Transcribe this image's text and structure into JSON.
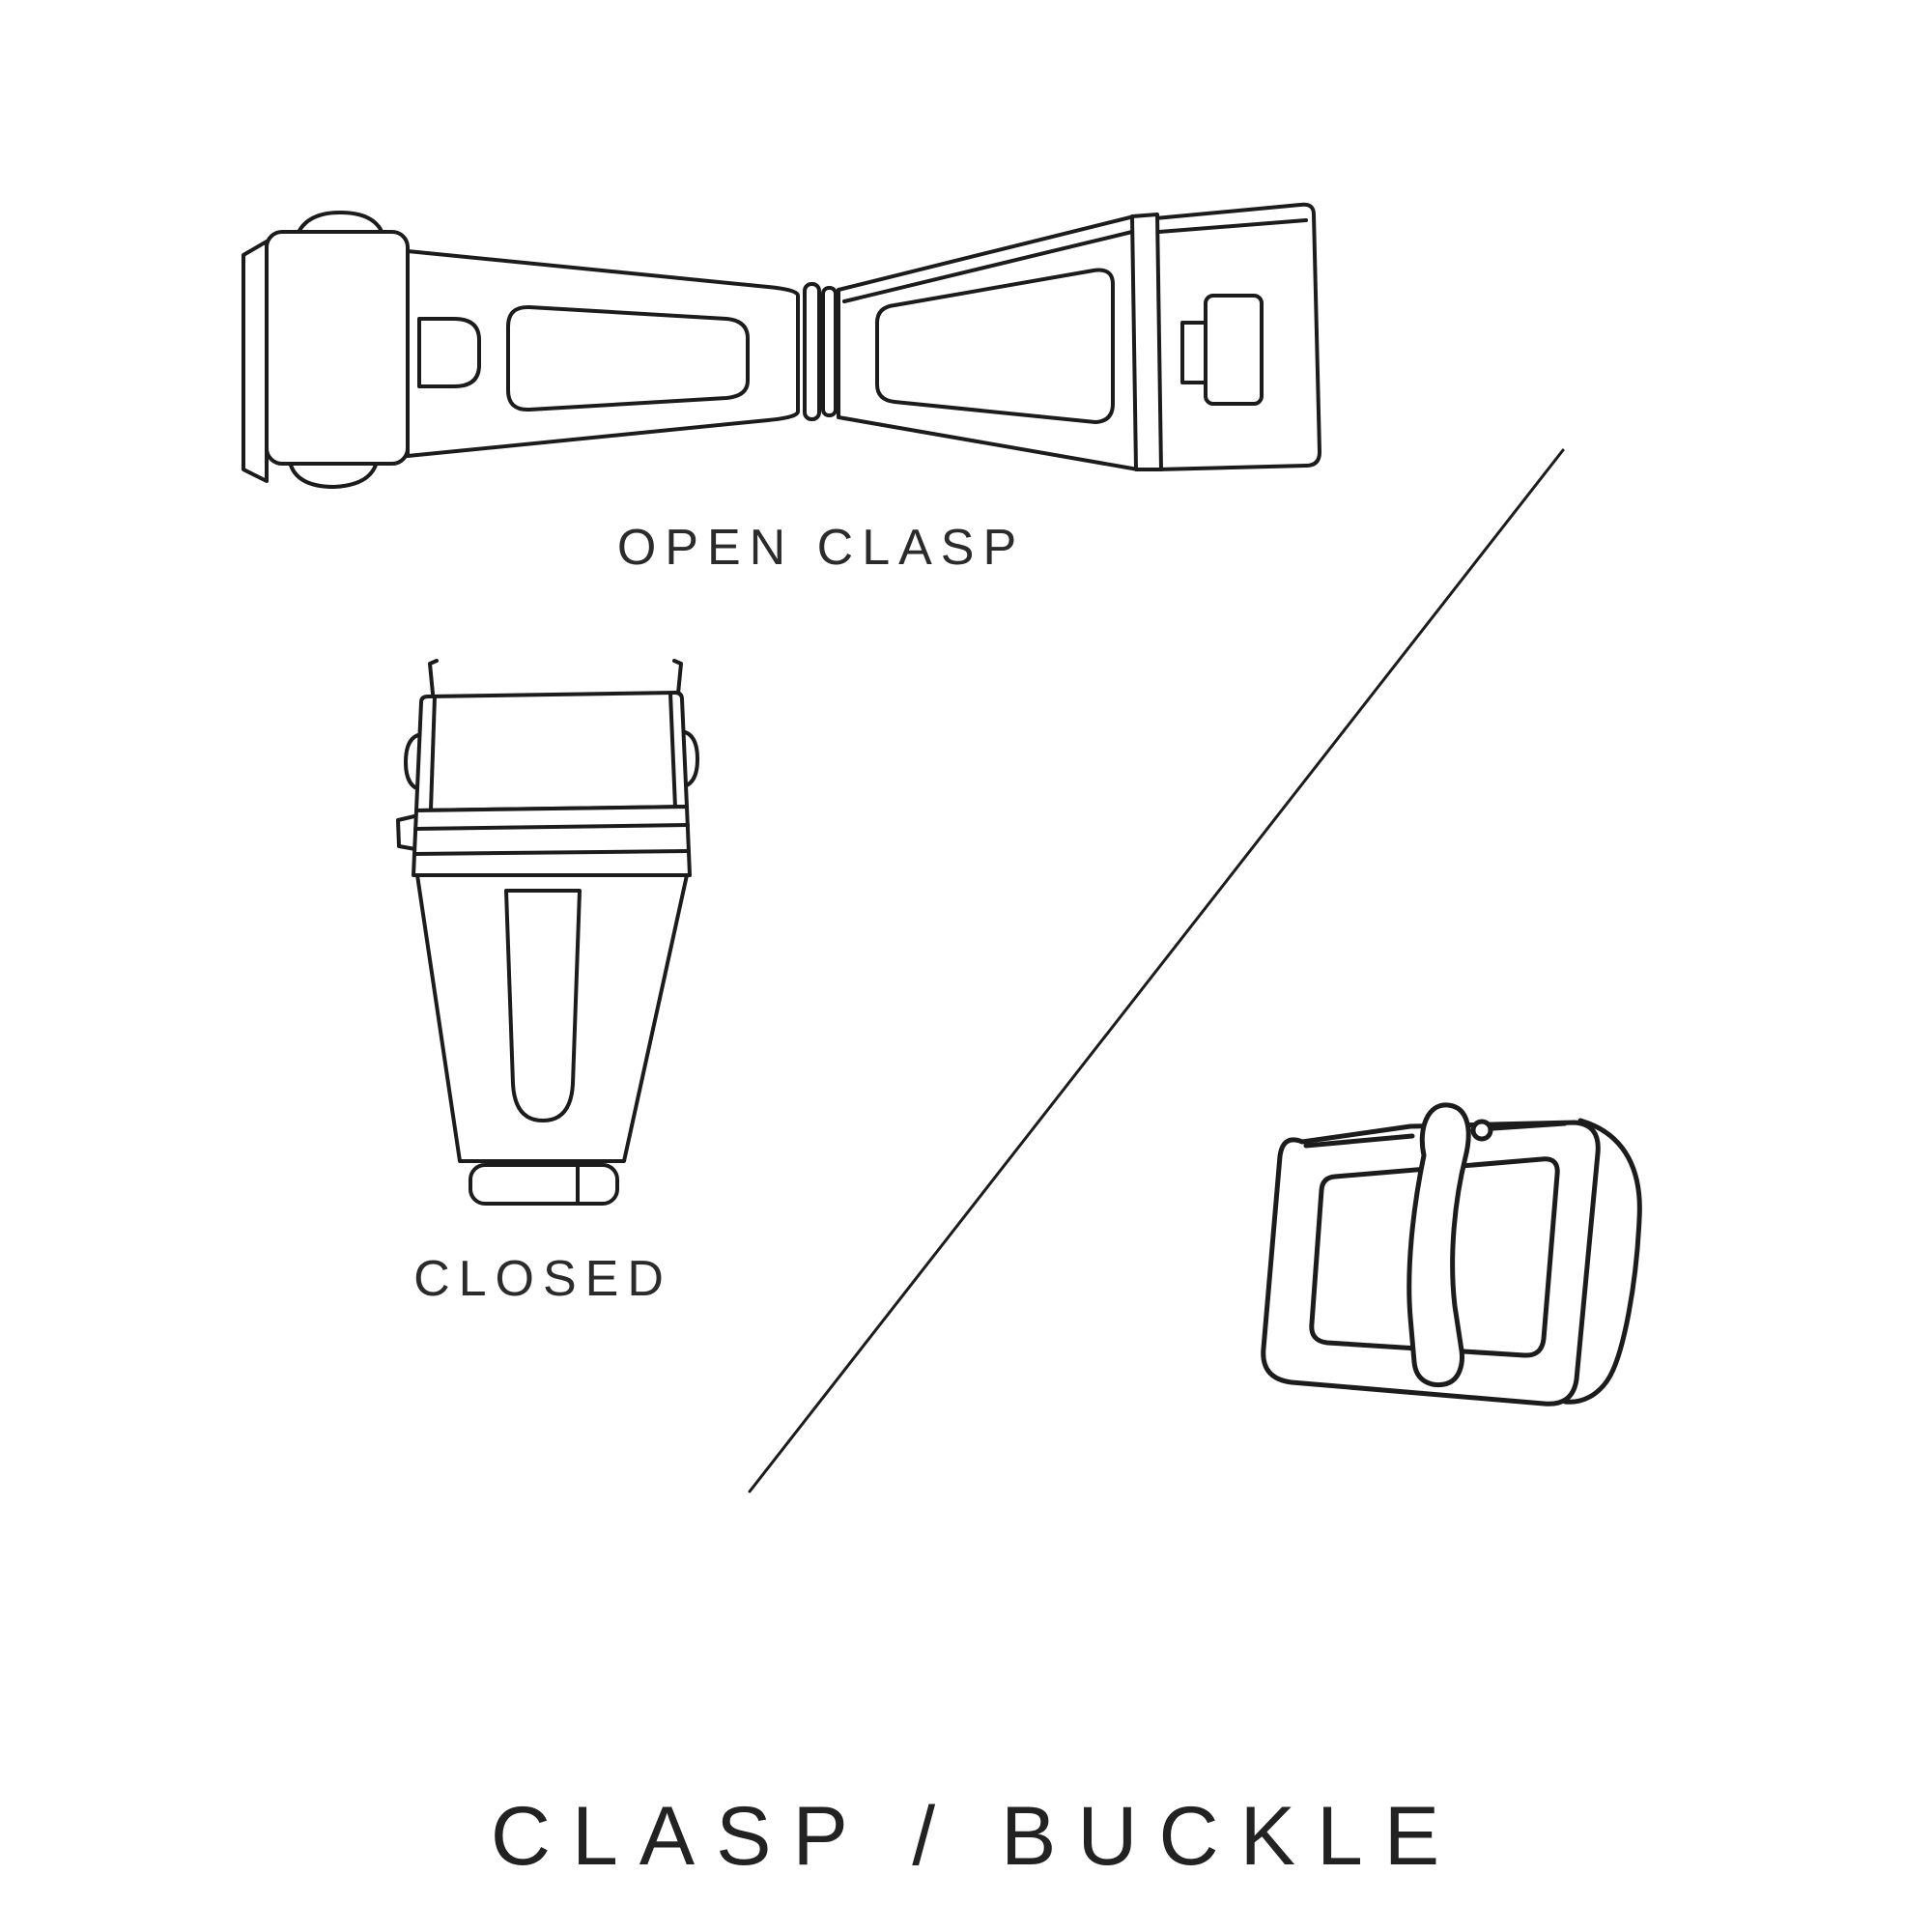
{
  "canvas": {
    "background": "#ffffff",
    "stroke_color": "#1c1c1c",
    "text_color": "#2b2b2b"
  },
  "labels": {
    "open_clasp": "OPEN CLASP",
    "closed": "CLOSED"
  },
  "title": "CLASP / BUCKLE",
  "illustrations": [
    "open-clasp",
    "closed-clasp",
    "tang-buckle"
  ]
}
